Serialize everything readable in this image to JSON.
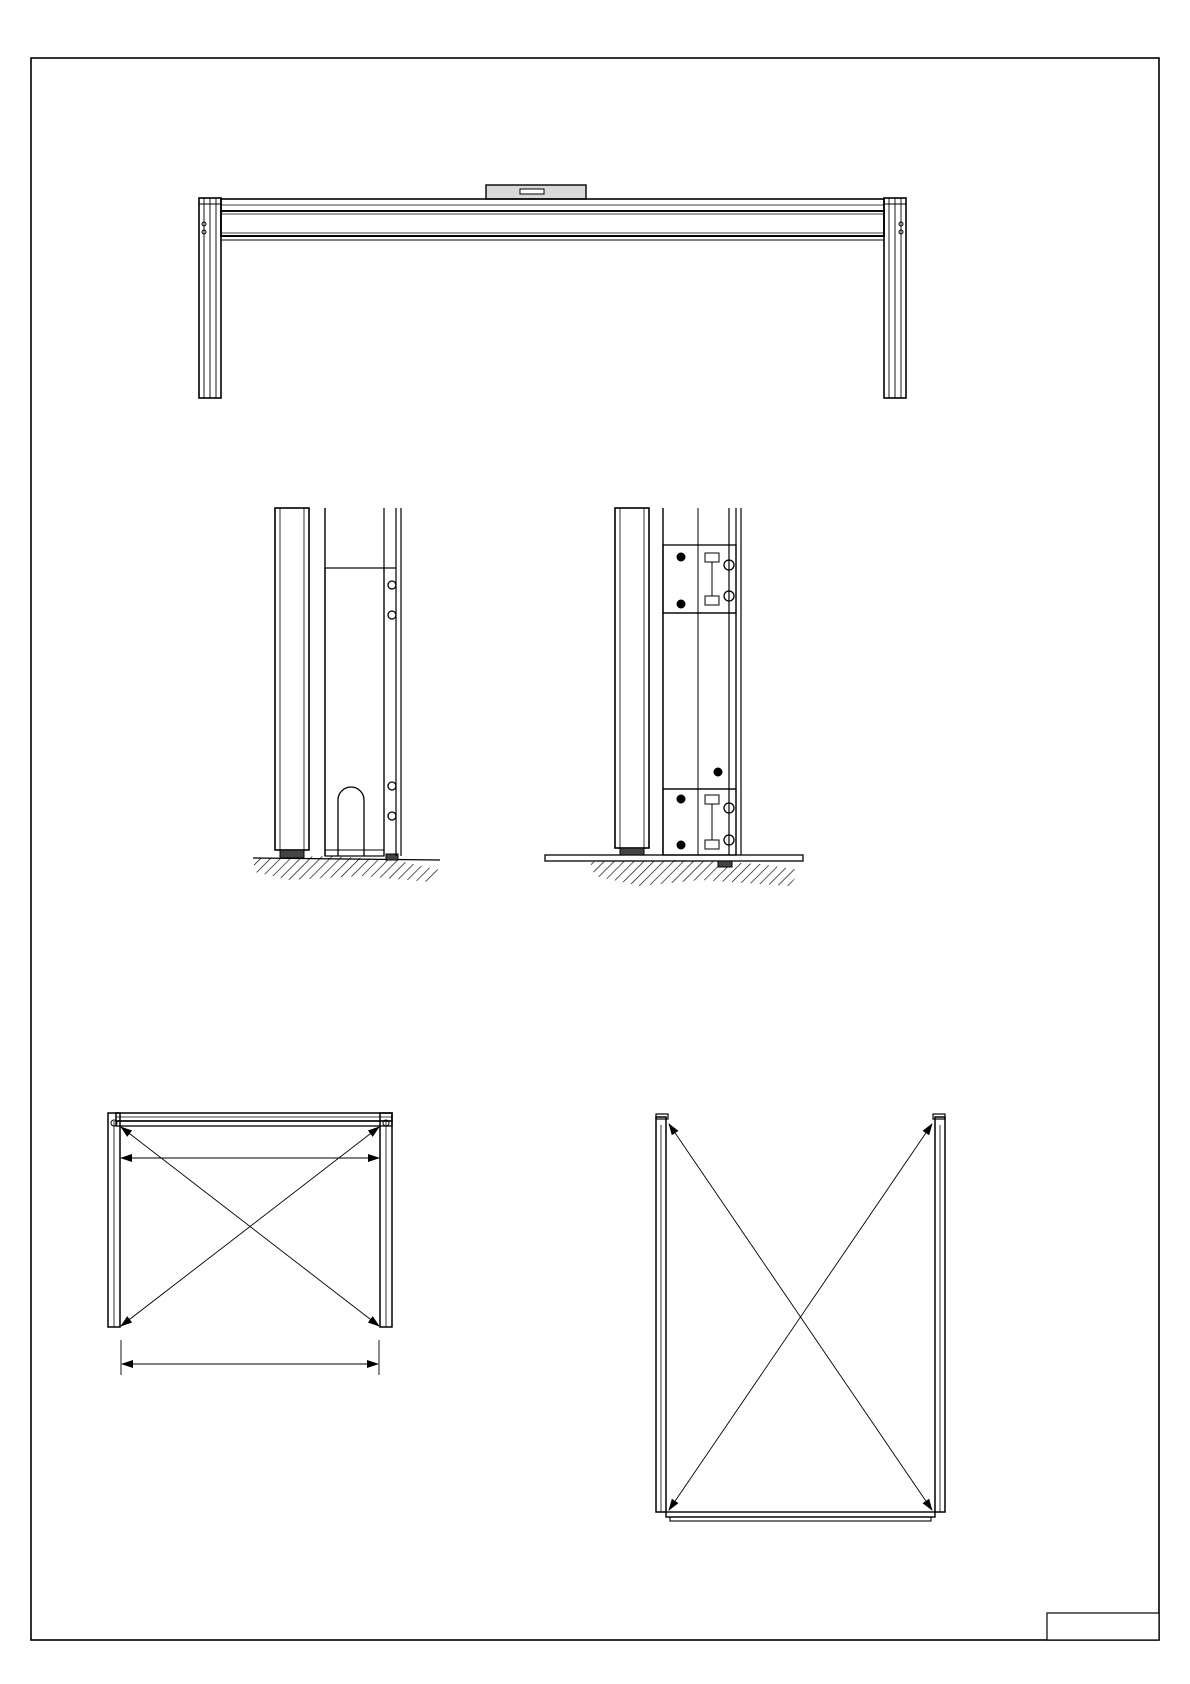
{
  "sheet": {
    "type": "technical-drawing",
    "views": [
      "front-elevation-frame",
      "detail-post-base-floor-mounted",
      "detail-post-base-on-plate",
      "plan-view-diagonal-check-small",
      "plan-view-diagonal-check-large"
    ],
    "title_block_text": ""
  },
  "colors": {
    "line": "#000000",
    "paper": "#ffffff",
    "shade": "#d9d9d9"
  }
}
